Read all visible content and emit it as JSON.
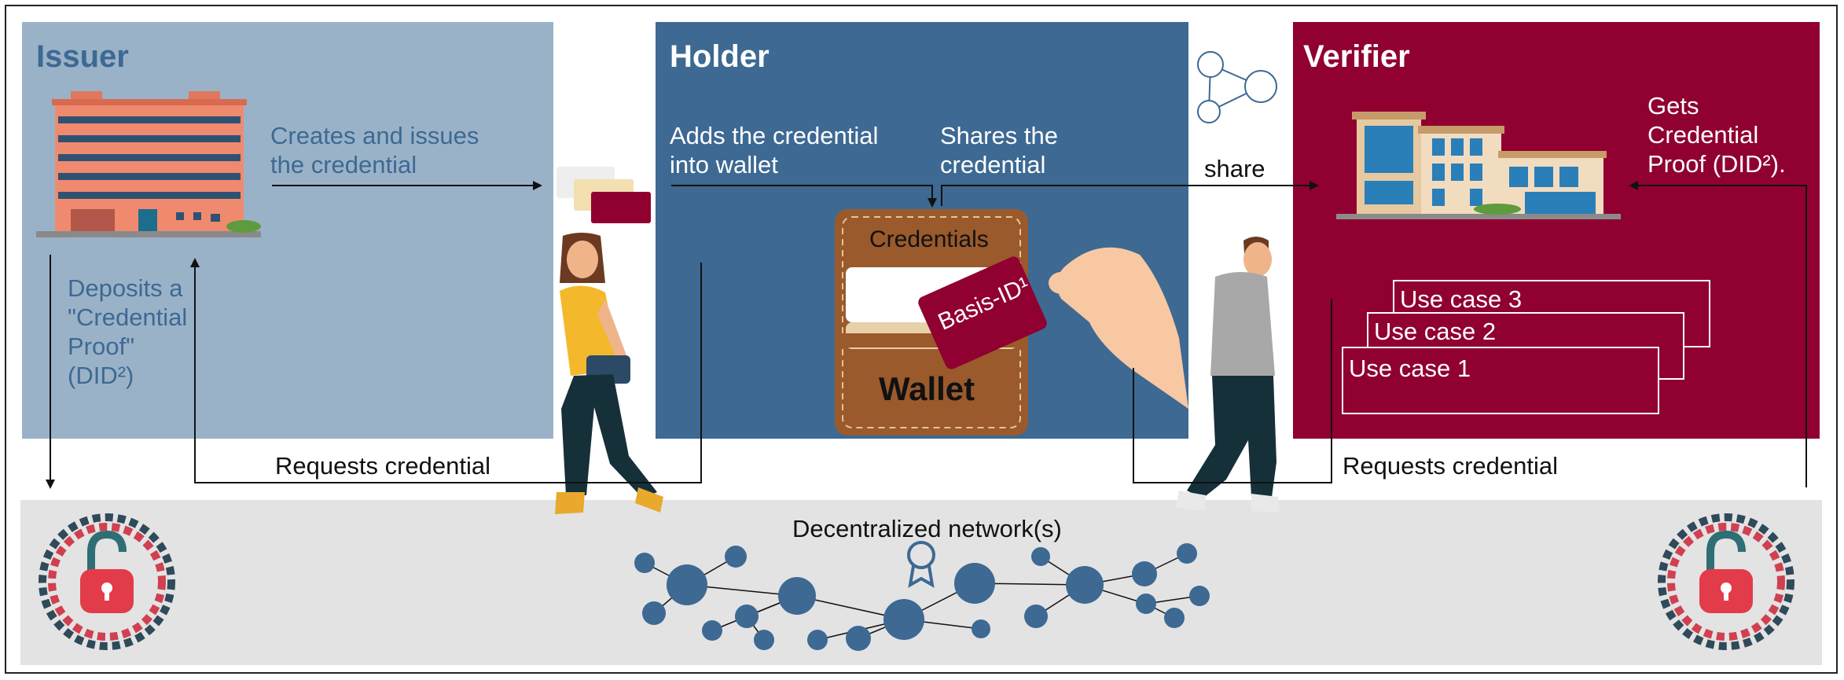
{
  "issuer": {
    "title": "Issuer",
    "action": "Creates and issues\nthe credential",
    "deposit": "Deposits a\n\"Credential\nProof\"\n(DID²)",
    "request": "Requests credential"
  },
  "holder": {
    "title": "Holder",
    "add": "Adds the credential\ninto wallet",
    "share_text": "Shares the\ncredential",
    "wallet_header": "Credentials",
    "wallet_label": "Wallet",
    "card_label": "Basis-ID¹"
  },
  "verifier": {
    "title": "Verifier",
    "gets": "Gets\nCredential\nProof (DID²).",
    "share": "share",
    "request": "Requests credential",
    "use_cases": [
      "Use case 3",
      "Use case 2",
      "Use case 1"
    ]
  },
  "network": {
    "label": "Decentralized network(s)"
  },
  "colors": {
    "issuer": "#9ab2c8",
    "holder": "#3d6993",
    "verifier": "#900030",
    "network": "#e3e3e3",
    "node": "#3d6993"
  }
}
